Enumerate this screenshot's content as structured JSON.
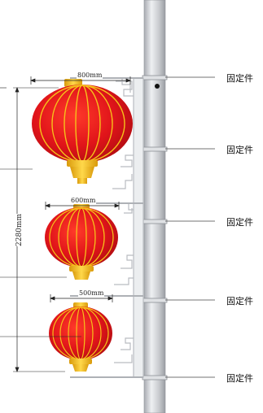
{
  "dimensions": {
    "top_width": "800mm",
    "middle_width": "600mm",
    "bottom_width": "500mm",
    "total_height": "2280mm"
  },
  "fixtures": [
    {
      "label": "固定件"
    },
    {
      "label": "固定件"
    },
    {
      "label": "固定件"
    },
    {
      "label": "固定件"
    },
    {
      "label": "固定件"
    }
  ],
  "colors": {
    "lantern_red": "#e0141a",
    "lantern_gold": "#f6c21a",
    "pole": "#c9cbcf",
    "bracket": "#e9ebee"
  },
  "icons": [
    "lantern",
    "pole",
    "decorative-bracket"
  ]
}
